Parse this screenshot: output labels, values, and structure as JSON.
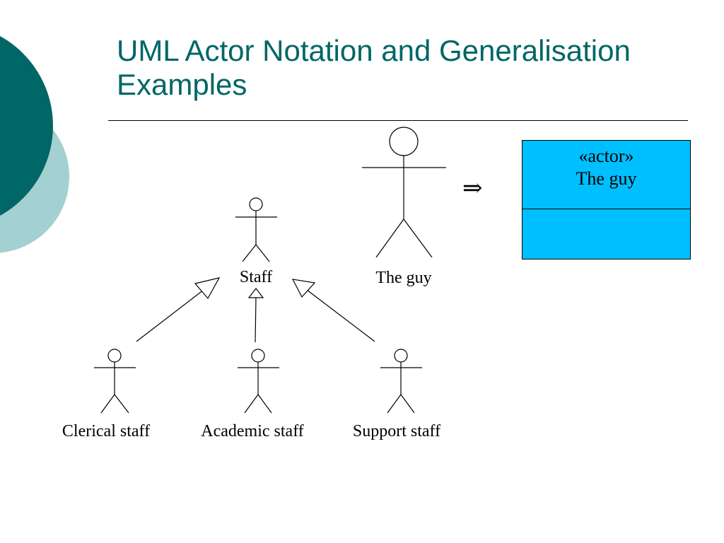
{
  "slide": {
    "title_line1": "UML Actor Notation and Generalisation",
    "title_line2": "Examples",
    "accent_colors": {
      "title": "#006666",
      "dark_circle": "#006666",
      "light_circle": "#a3d0d1",
      "class_box": "#00bfff"
    }
  },
  "diagram": {
    "staff_label": "Staff",
    "the_guy_label": "The guy",
    "clerical_label": "Clerical staff",
    "academic_label": "Academic staff",
    "support_label": "Support staff",
    "implies_symbol": "⇒",
    "actor_box": {
      "stereotype": "«actor»",
      "name": "The guy"
    }
  }
}
